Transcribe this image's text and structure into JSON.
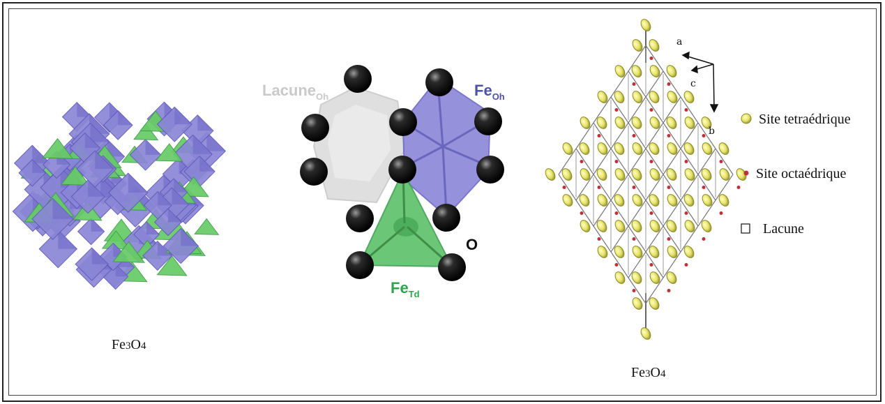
{
  "panel1": {
    "caption": "Fe3O4"
  },
  "panel2": {
    "label_vacancy": "Lacune",
    "label_vacancy_sub": "Oh",
    "label_fe_oh": "Fe",
    "label_fe_oh_sub": "Oh",
    "label_fe_td": "Fe",
    "label_fe_td_sub": "Td",
    "label_oxygen": "O"
  },
  "panel3": {
    "caption": "Fe3O4",
    "axis_a": "a",
    "axis_b": "b",
    "axis_c": "c",
    "legend": {
      "tetra": "Site tetraédrique",
      "octa": "Site octaédrique",
      "vacancy": "Lacune"
    }
  },
  "colors": {
    "octahedron": "#8a86d6",
    "tetrahedron": "#66cc66",
    "vacancy": "#d9d9d9",
    "oxygen": "#111111",
    "fe_oh_label": "#4d52a8",
    "fe_td_label": "#2ea44f",
    "tetra_site": "#e6e26a",
    "octa_site": "#c0303a"
  }
}
